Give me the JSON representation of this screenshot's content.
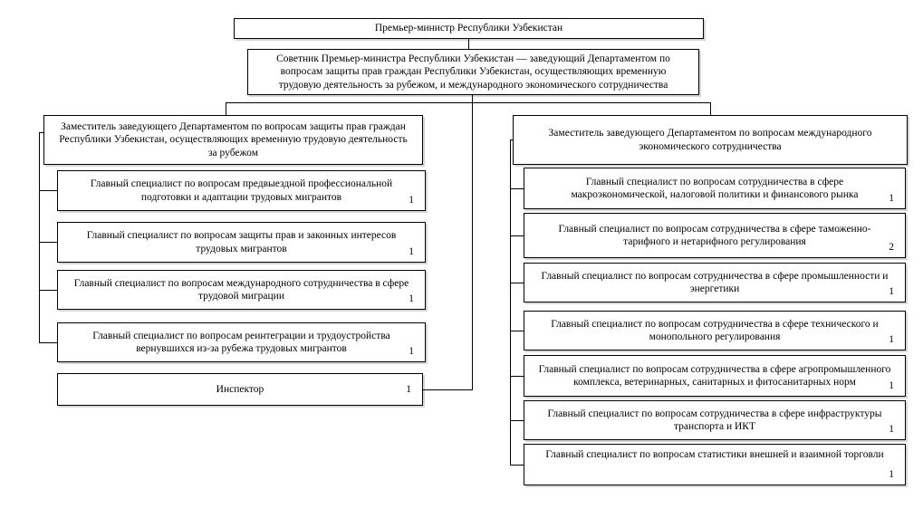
{
  "diagram": {
    "prime_minister": {
      "label": "Премьер-министр Республики Узбекистан"
    },
    "advisor": {
      "label": "Советник Премьер-министра Республики Узбекистан — заведующий Департаментом по вопросам защиты прав граждан Республики Узбекистан, осуществляющих временную трудовую деятельность за рубежом, и международного экономического сотрудничества"
    },
    "left_branch": {
      "deputy": {
        "label": "Заместитель заведующего Департаментом по вопросам защиты прав граждан Республики Узбекистан, осуществляющих временную трудовую деятельность за рубежом"
      },
      "positions": [
        {
          "label": "Главный специалист по вопросам предвыездной профессиональной подготовки и адаптации трудовых мигрантов",
          "count": "1"
        },
        {
          "label": "Главный специалист по вопросам защиты прав и законных интересов трудовых мигрантов",
          "count": "1"
        },
        {
          "label": "Главный специалист по вопросам международного сотрудничества в сфере трудовой миграции",
          "count": "1"
        },
        {
          "label": "Главный специалист по вопросам реинтеграции и трудоустройства вернувшихся из-за рубежа трудовых мигрантов",
          "count": "1"
        }
      ],
      "inspector": {
        "label": "Инспектор",
        "count": "1"
      }
    },
    "right_branch": {
      "deputy": {
        "label": "Заместитель заведующего Департаментом по вопросам международного экономического сотрудничества"
      },
      "positions": [
        {
          "label": "Главный специалист по вопросам сотрудничества в сфере макроэкономической, налоговой политики и финансового рынка",
          "count": "1"
        },
        {
          "label": "Главный специалист по вопросам сотрудничества в сфере таможенно-тарифного и нетарифного регулирования",
          "count": "2"
        },
        {
          "label": "Главный специалист по вопросам сотрудничества в сфере промышленности и энергетики",
          "count": "1"
        },
        {
          "label": "Главный специалист по вопросам сотрудничества в сфере технического и монопольного регулирования",
          "count": "1"
        },
        {
          "label": "Главный специалист по вопросам сотрудничества в сфере агропромышленного комплекса, ветеринарных, санитарных и фитосанитарных норм",
          "count": "1"
        },
        {
          "label": "Главный специалист по вопросам сотрудничества в сфере инфраструктуры транспорта и ИКТ",
          "count": "1"
        },
        {
          "label": "Главный специалист по вопросам статистики внешней и взаимной торговли",
          "count": "1"
        }
      ]
    },
    "colors": {
      "border": "#000000",
      "background": "#ffffff",
      "text": "#000000"
    }
  }
}
